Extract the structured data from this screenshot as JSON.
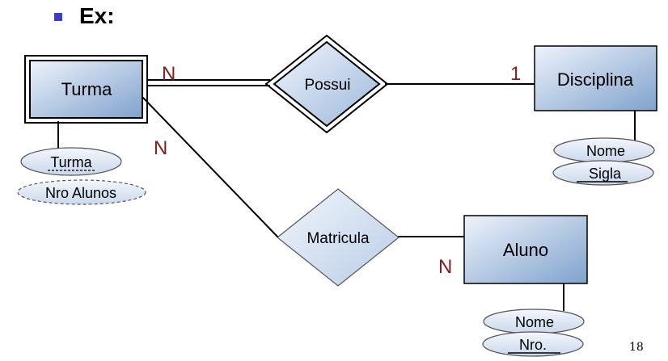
{
  "slide": {
    "title": "Ex:",
    "page_number": "18"
  },
  "entities": {
    "turma": {
      "label": "Turma",
      "attributes": [
        {
          "label": "Turma"
        },
        {
          "label": "Nro Alunos"
        }
      ]
    },
    "disciplina": {
      "label": "Disciplina",
      "attributes": [
        {
          "label": "Nome"
        },
        {
          "label": "Sigla"
        }
      ]
    },
    "aluno": {
      "label": "Aluno",
      "attributes": [
        {
          "label": "Nome"
        },
        {
          "label": "Nro."
        }
      ]
    }
  },
  "relationships": {
    "possui": {
      "label": "Possui"
    },
    "matricula": {
      "label": "Matricula"
    }
  },
  "cardinalities": {
    "turma_possui": "N",
    "disciplina_possui": "1",
    "turma_matricula": "N",
    "aluno_matricula": "N"
  },
  "colors": {
    "entity_fill_light": "#eef3fb",
    "entity_fill_dark": "#7fa2cc",
    "cardinality_text": "#8b1a1a",
    "bullet": "#3b3bd6"
  }
}
